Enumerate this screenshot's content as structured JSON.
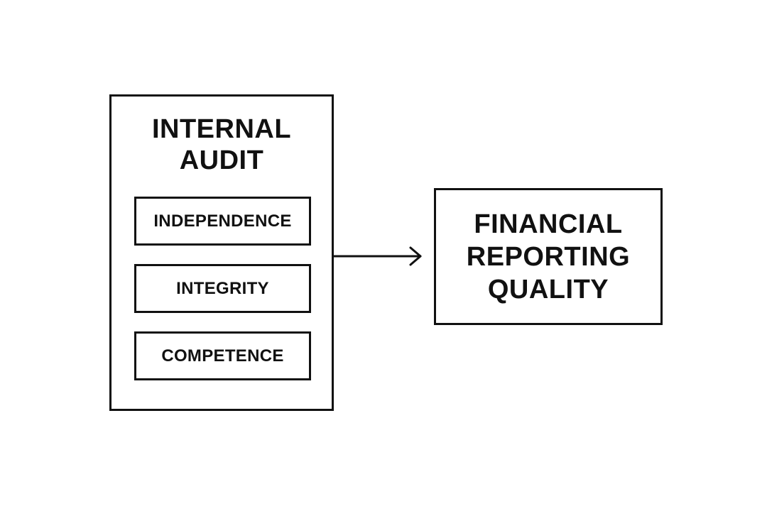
{
  "diagram": {
    "source": {
      "title": "INTERNAL\nAUDIT",
      "items": [
        {
          "label": "INDEPENDENCE"
        },
        {
          "label": "INTEGRITY"
        },
        {
          "label": "COMPETENCE"
        }
      ]
    },
    "target": {
      "title": "FINANCIAL\nREPORTING\nQUALITY"
    },
    "colors": {
      "stroke": "#111111",
      "background": "#ffffff"
    }
  }
}
